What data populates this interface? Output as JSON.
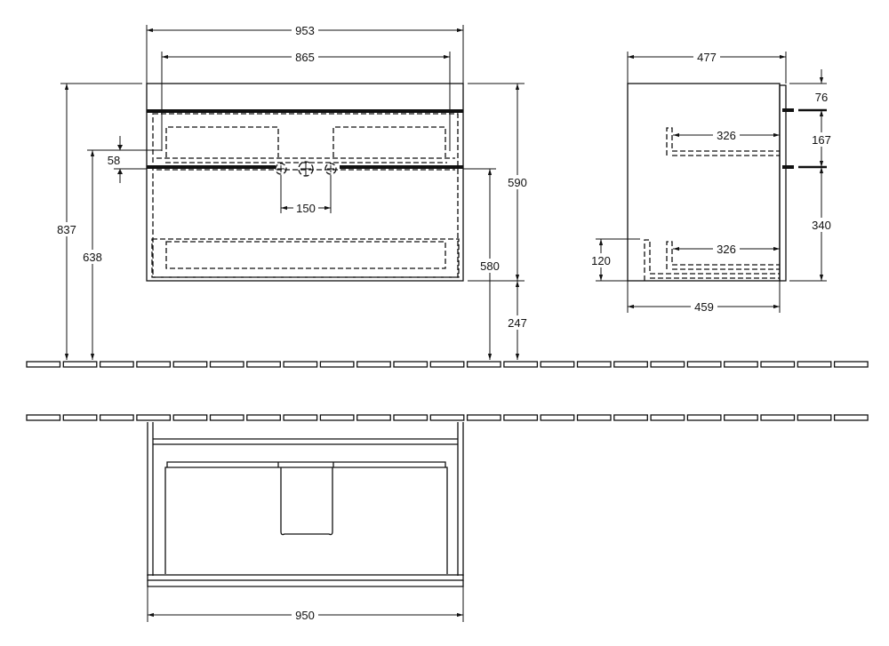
{
  "front_view": {
    "width_outer": "953",
    "width_inner": "865",
    "height_total": "837",
    "height_drain": "638",
    "offset": "58",
    "tap_spacing": "150",
    "cabinet_height": "590",
    "height_580": "580",
    "floor_gap": "247"
  },
  "side_view": {
    "depth_total": "477",
    "depth_body": "459",
    "top_76": "76",
    "middle_167": "167",
    "lower_340": "340",
    "drawer_top_depth": "326",
    "drawer_bottom_depth": "326",
    "plinth_120": "120"
  },
  "top_view": {
    "width": "950"
  },
  "colors": {
    "line": "#111111",
    "background": "#ffffff"
  }
}
